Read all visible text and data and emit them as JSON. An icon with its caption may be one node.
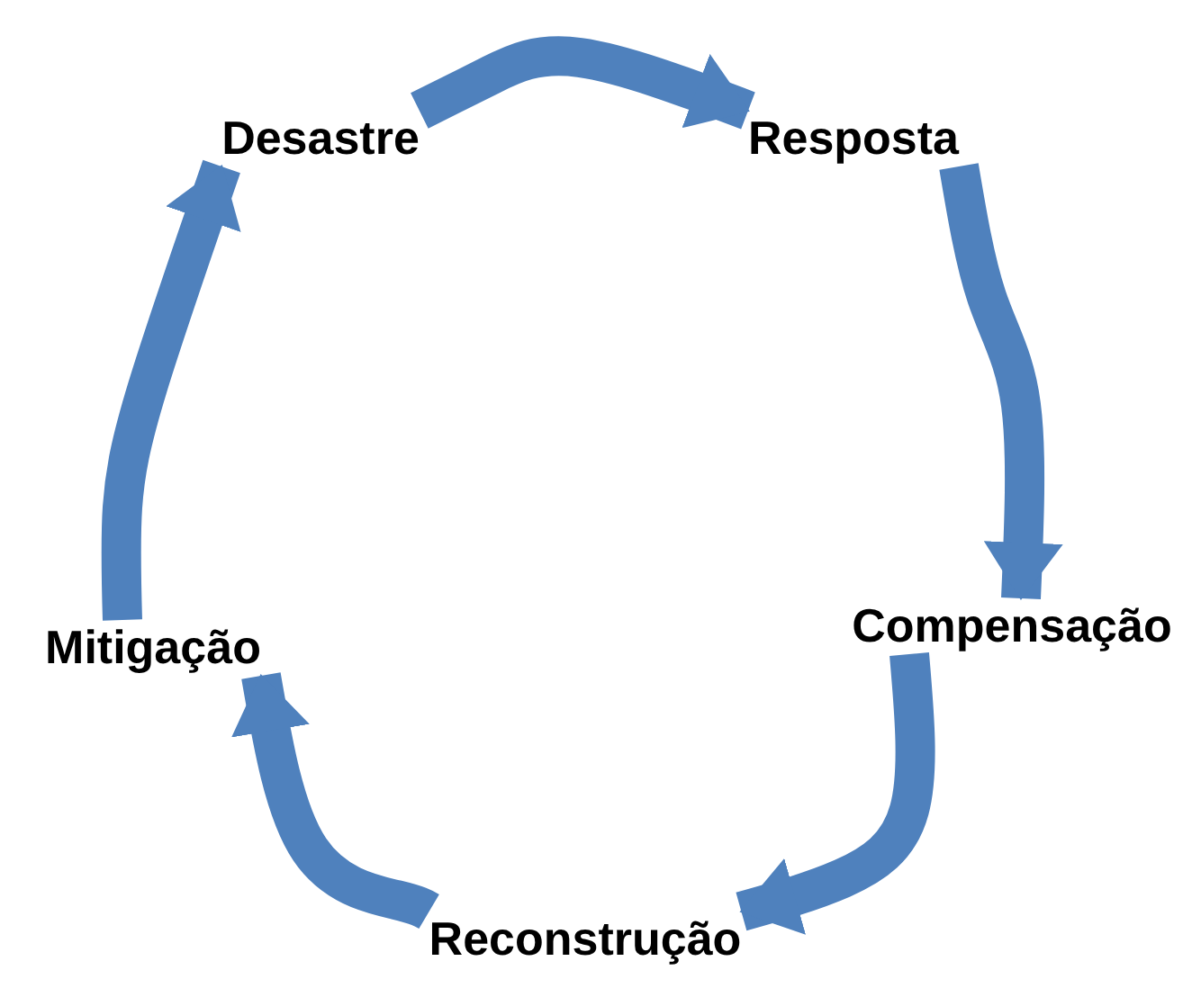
{
  "diagram": {
    "nodes": [
      {
        "text": [
          "Desastre"
        ]
      },
      {
        "text": [
          "Resposta"
        ]
      },
      {
        "text": [
          "Compensação"
        ]
      },
      {
        "text": [
          "Reconstrução"
        ]
      },
      {
        "text": [
          "Mitigação"
        ]
      }
    ],
    "edges": [
      {
        "from": 0,
        "to": 1,
        "arrow": "to"
      },
      {
        "from": 1,
        "to": 2,
        "arrow": "to"
      },
      {
        "from": 2,
        "to": 3,
        "arrow": "to"
      },
      {
        "from": 3,
        "to": 4,
        "arrow": "to"
      },
      {
        "from": 4,
        "to": 0,
        "arrow": "to"
      }
    ]
  }
}
